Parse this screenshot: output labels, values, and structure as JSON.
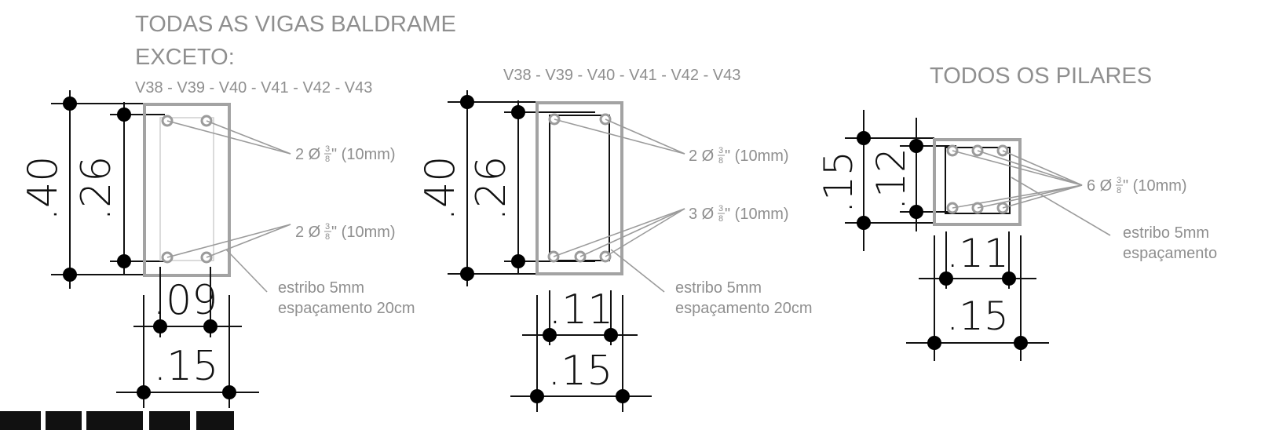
{
  "section1": {
    "title_line1": "TODAS AS VIGAS BALDRAME",
    "title_line2": "EXCETO:",
    "beam_list": "V38 -  V39 - V40 - V41 - V42 - V43",
    "dim_height_outer": ".40",
    "dim_height_inner": ".26",
    "dim_width_inner": ".09",
    "dim_width_outer": ".15",
    "rebar_top": {
      "count_dia": "2 Ø",
      "frac_num": "3",
      "frac_den": "8",
      "suffix": "\" (10mm)"
    },
    "rebar_bottom": {
      "count_dia": "2 Ø",
      "frac_num": "3",
      "frac_den": "8",
      "suffix": "\" (10mm)"
    },
    "stirrup_line1": "estribo 5mm",
    "stirrup_line2": "espaçamento 20cm"
  },
  "section2": {
    "beam_list": "V38 -  V39 - V40 - V41 - V42 - V43",
    "dim_height_outer": ".40",
    "dim_height_inner": ".26",
    "dim_width_inner": ".11",
    "dim_width_outer": ".15",
    "rebar_top": {
      "count_dia": "2 Ø",
      "frac_num": "3",
      "frac_den": "8",
      "suffix": "\" (10mm)"
    },
    "rebar_bottom": {
      "count_dia": "3 Ø",
      "frac_num": "3",
      "frac_den": "8",
      "suffix": "\" (10mm)"
    },
    "stirrup_line1": "estribo 5mm",
    "stirrup_line2": "espaçamento 20cm"
  },
  "section3": {
    "title": "TODOS OS PILARES",
    "dim_height_outer": ".15",
    "dim_height_inner": ".12",
    "dim_width_inner": ".11",
    "dim_width_outer": ".15",
    "rebar": {
      "count_dia": "6 Ø",
      "frac_num": "3",
      "frac_den": "8",
      "suffix": "\" (10mm)"
    },
    "stirrup_line1": "estribo 5mm",
    "stirrup_line2": "espaçamento"
  },
  "colors": {
    "annotation": "#8f8f8f",
    "outline": "#a3a3a3",
    "dimension": "#111111"
  }
}
